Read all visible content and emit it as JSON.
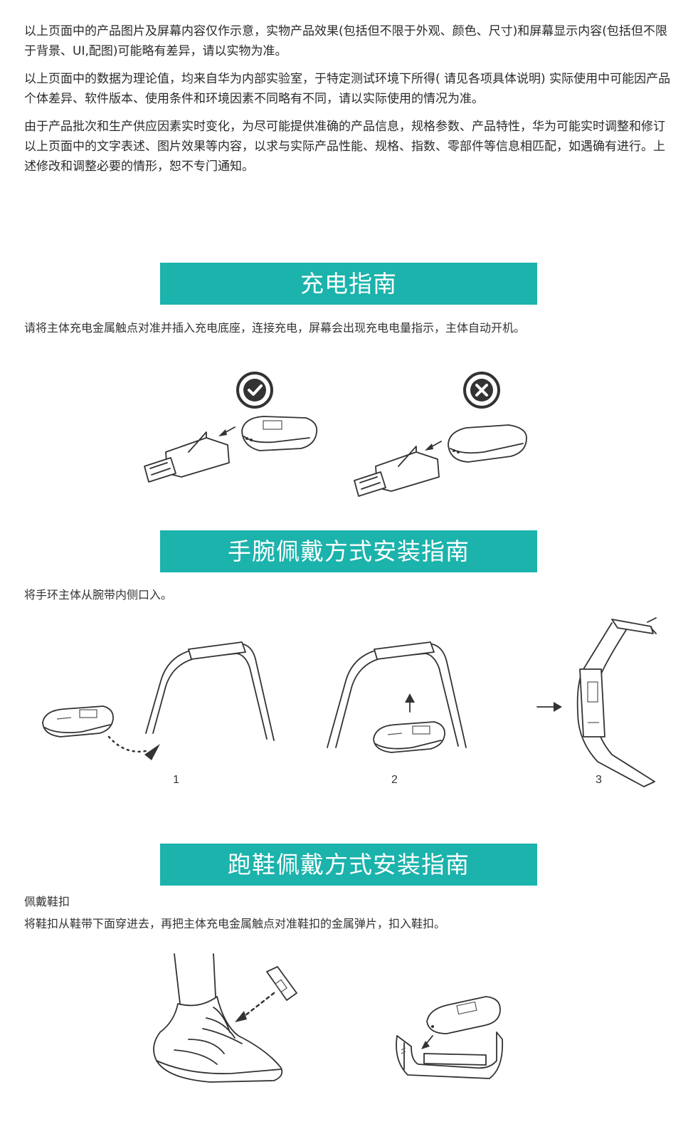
{
  "disclaimer": {
    "p1": "以上页面中的产品图片及屏幕内容仅作示意，实物产品效果(包括但不限于外观、颜色、尺寸)和屏幕显示内容(包括但不限于背景、UI,配图)可能略有差异，请以实物为准。",
    "p2": "以上页面中的数据为理论值，均来自华为内部实验室，于特定测试环境下所得( 请见各项具体说明) 实际使用中可能因产品个体差异、软件版本、使用条件和环境因素不同略有不同，请以实际使用的情况为准。",
    "p3": "由于产品批次和生产供应因素实时变化，为尽可能提供准确的产品信息，规格参数、产品特性，华为可能实时调整和修订以上页面中的文字表述、图片效果等内容，以求与实际产品性能、规格、指数、零部件等信息相匹配，如遇确有进行。上述修改和调整必要的情形，恕不专门通知。"
  },
  "charging": {
    "title": "充电指南",
    "instruction": "请将主体充电金属触点对准并插入充电底座，连接充电，屏幕会出现充电电量指示，主体自动开机。"
  },
  "wrist": {
    "title": "手腕佩戴方式安装指南",
    "instruction": "将手环主体从腕带内侧口入。",
    "steps": [
      "1",
      "2",
      "3"
    ]
  },
  "shoe": {
    "title": "跑鞋佩戴方式安装指南",
    "subtitle": "佩戴鞋扣",
    "instruction": "将鞋扣从鞋带下面穿进去，再把主体充电金属触点对准鞋扣的金属弹片，扣入鞋扣。"
  },
  "colors": {
    "banner": "#1bb3ac"
  }
}
